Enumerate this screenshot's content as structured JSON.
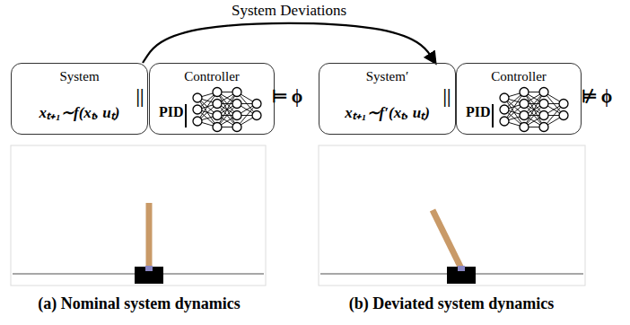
{
  "diagram": {
    "nodes": [
      {
        "text": [
          "System",
          "xₜ₊₁∼f(xₜ, uₜ)"
        ]
      },
      {
        "text": [
          "Controller",
          "PID"
        ]
      },
      {
        "text": [
          "System′",
          "xₜ₊₁∼f′(xₜ, uₜ)"
        ]
      },
      {
        "text": [
          "Controller",
          "PID"
        ]
      }
    ],
    "edges": [
      {
        "from": 0,
        "to": 2,
        "arrow": "to",
        "label": "System Deviations"
      }
    ],
    "labels": [
      "||",
      "⊨ ϕ",
      "||",
      "⊭ ϕ",
      "(a) Nominal system dynamics",
      "(b) Deviated system dynamics"
    ]
  }
}
